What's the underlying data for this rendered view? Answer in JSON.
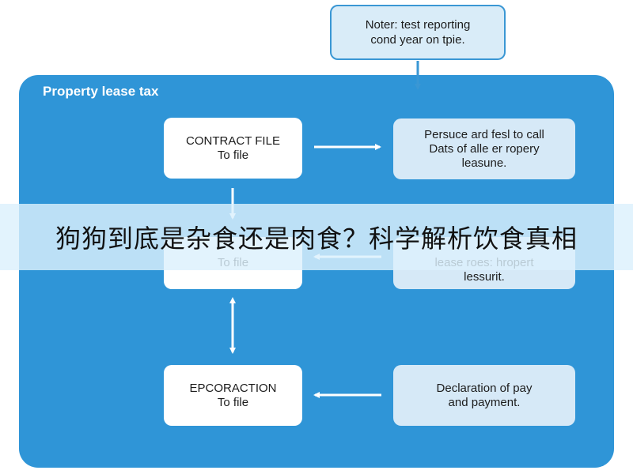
{
  "diagram": {
    "note": "Noter: test reporting\ncond year on tpie.",
    "panel_title": "Property lease tax",
    "boxes": {
      "contract_file": "CONTRACT FILE\nTo file",
      "persuace": "Persuce ard fesl to call\nDats of alle er ropery\nleasune.",
      "second_to_file": "To file",
      "refocus": "lease roes: hropert\nlessurit.",
      "epcoraction": "EPCORACTION\nTo file",
      "declaration": "Declaration of pay\nand payment."
    },
    "colors": {
      "panel": "#2f95d7",
      "note_fill": "#d9ecf8",
      "note_border": "#3a97d4",
      "box_white": "#ffffff",
      "box_light": "#d6e9f7",
      "arrow": "#ffffff"
    }
  },
  "banner": {
    "text": "狗狗到底是杂食还是肉食？科学解析饮食真相"
  }
}
